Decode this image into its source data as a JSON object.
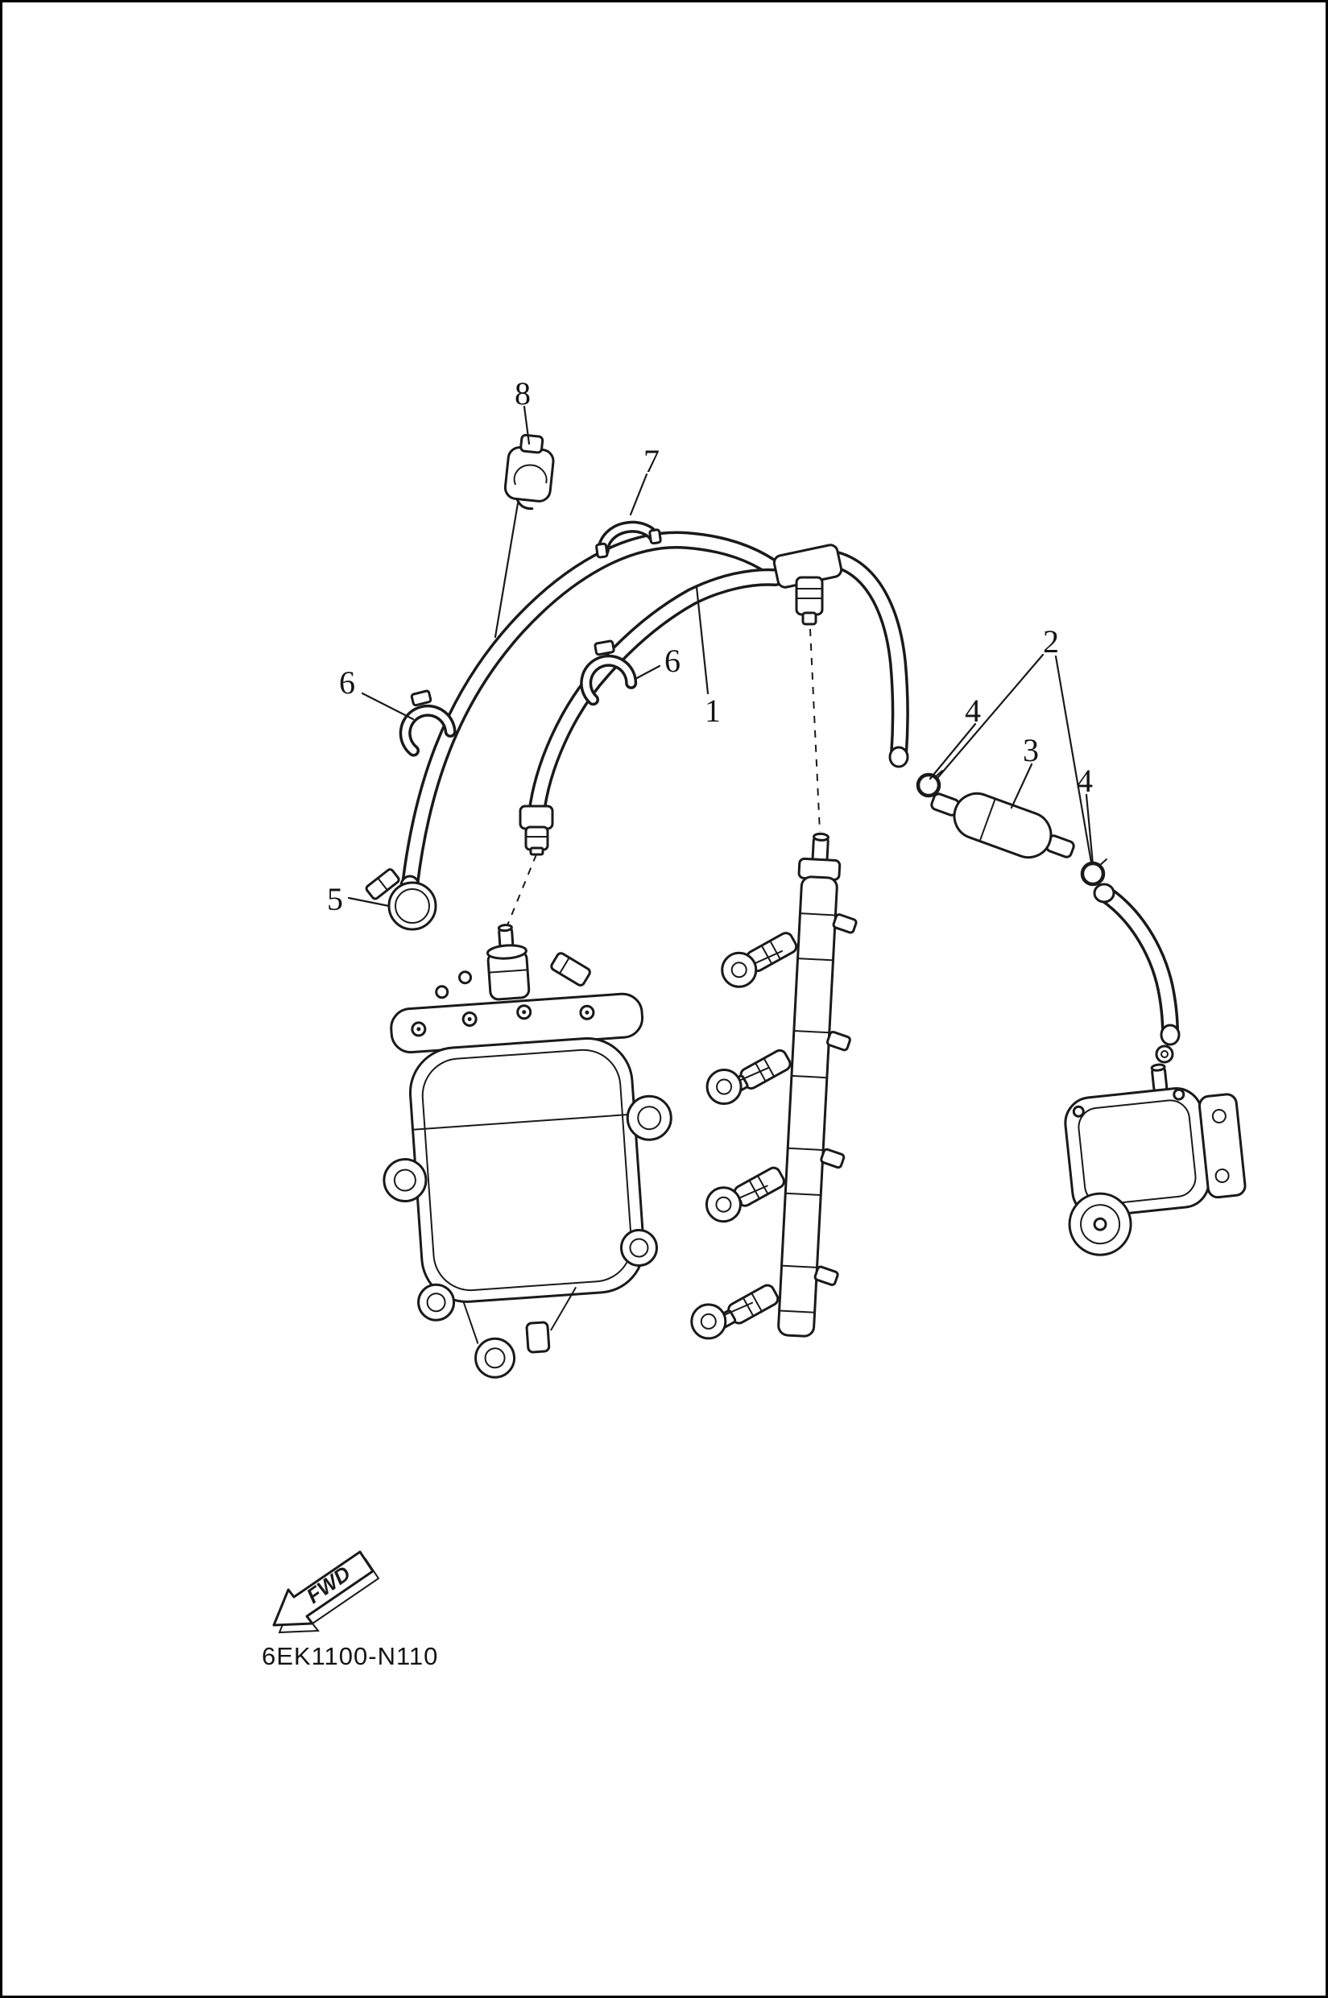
{
  "page": {
    "frame_color": "#000000",
    "background": "#ffffff"
  },
  "diagram": {
    "code": "6EK1100-N110",
    "orientation_label": "FWD",
    "line_color": "#1a1a1a"
  },
  "callouts": [
    {
      "label": "8"
    },
    {
      "label": "7"
    },
    {
      "label": "6"
    },
    {
      "label": "6"
    },
    {
      "label": "1"
    },
    {
      "label": "2"
    },
    {
      "label": "4"
    },
    {
      "label": "3"
    },
    {
      "label": "4"
    },
    {
      "label": "5"
    }
  ]
}
